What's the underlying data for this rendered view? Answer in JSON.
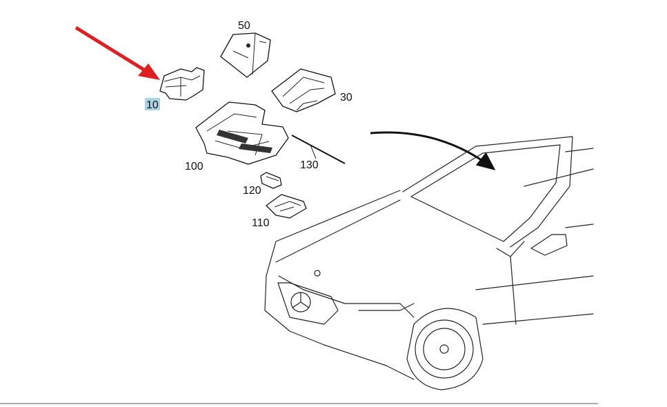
{
  "diagram": {
    "callouts": [
      {
        "id": "10",
        "label": "10",
        "highlighted": true
      },
      {
        "id": "50",
        "label": "50"
      },
      {
        "id": "30",
        "label": "30"
      },
      {
        "id": "100",
        "label": "100"
      },
      {
        "id": "130",
        "label": "130"
      },
      {
        "id": "120",
        "label": "120"
      },
      {
        "id": "110",
        "label": "110"
      }
    ],
    "colors": {
      "highlight": "#a9d4e6",
      "arrow": "#e02020",
      "line": "#111111"
    }
  }
}
